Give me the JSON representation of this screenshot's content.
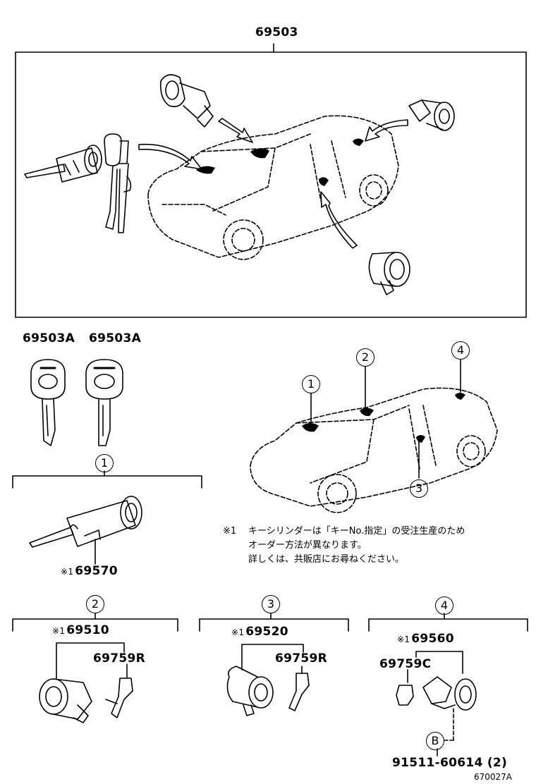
{
  "diagram": {
    "assembly_number": "69503",
    "keys": {
      "left": "69503A",
      "right": "69503A"
    },
    "groups": {
      "g1": {
        "marker": "1",
        "ref": "※1",
        "part": "69570"
      },
      "g2": {
        "marker": "2",
        "ref": "※1",
        "part": "69510",
        "sub": "69759R"
      },
      "g3": {
        "marker": "3",
        "ref": "※1",
        "part": "69520",
        "sub": "69759R"
      },
      "g4": {
        "marker": "4",
        "ref": "※1",
        "part": "69560",
        "sub": "69759C",
        "bolt_marker": "B",
        "bolt": "91511-60614 (2)"
      }
    },
    "car_markers": [
      "1",
      "2",
      "3",
      "4"
    ],
    "note": {
      "ref": "※1",
      "line1": "キーシリンダーは「キーNo.指定」の受注生産のため",
      "line2": "オーダー方法が異なります。",
      "line3": "詳しくは、共販店にお尋ねください。"
    },
    "figure_id": "670027A"
  }
}
